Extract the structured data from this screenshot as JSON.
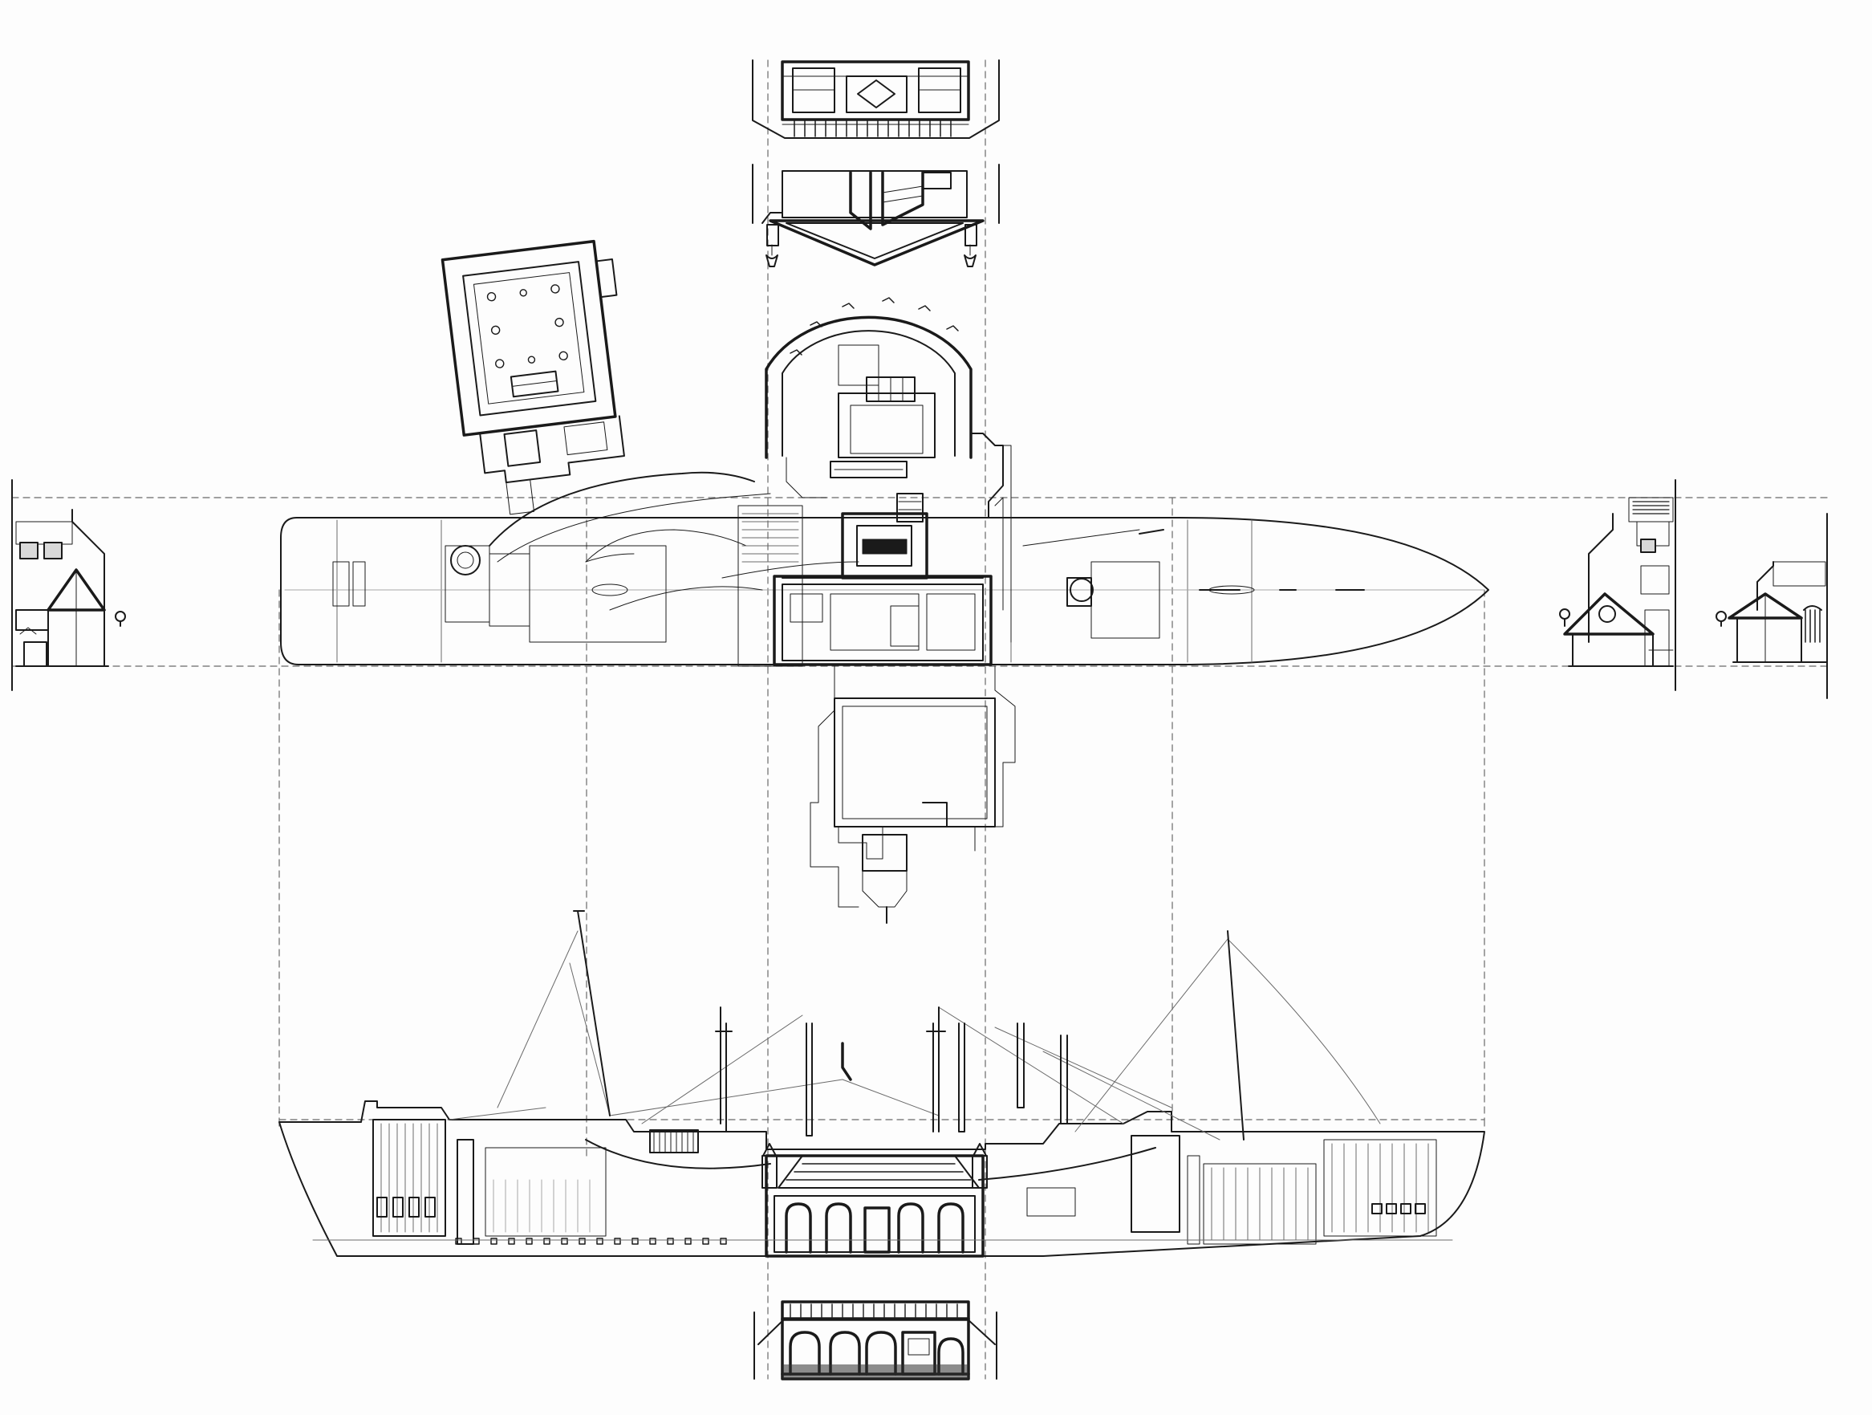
{
  "drawing": {
    "description_text": "",
    "colors": {
      "paper": "#fdfdfd",
      "ink": "#1a1a1a",
      "ink_light": "#6a6a6a",
      "ink_faint": "#a8a8a8",
      "hatch": "#303030"
    },
    "views": [
      {
        "id": "top-section-upper",
        "kind": "cross-section"
      },
      {
        "id": "top-section-lower",
        "kind": "cross-section"
      },
      {
        "id": "church-plan",
        "kind": "floor-plan"
      },
      {
        "id": "apse-plan",
        "kind": "floor-plan"
      },
      {
        "id": "ship-deck-plan",
        "kind": "plan"
      },
      {
        "id": "church-floor-plan-overlay",
        "kind": "floor-plan"
      },
      {
        "id": "left-end-elevation",
        "kind": "elevation"
      },
      {
        "id": "right-end-elevation-1",
        "kind": "elevation"
      },
      {
        "id": "right-end-elevation-2",
        "kind": "elevation"
      },
      {
        "id": "ship-side-elevation",
        "kind": "elevation"
      },
      {
        "id": "bottom-section",
        "kind": "cross-section"
      }
    ]
  }
}
